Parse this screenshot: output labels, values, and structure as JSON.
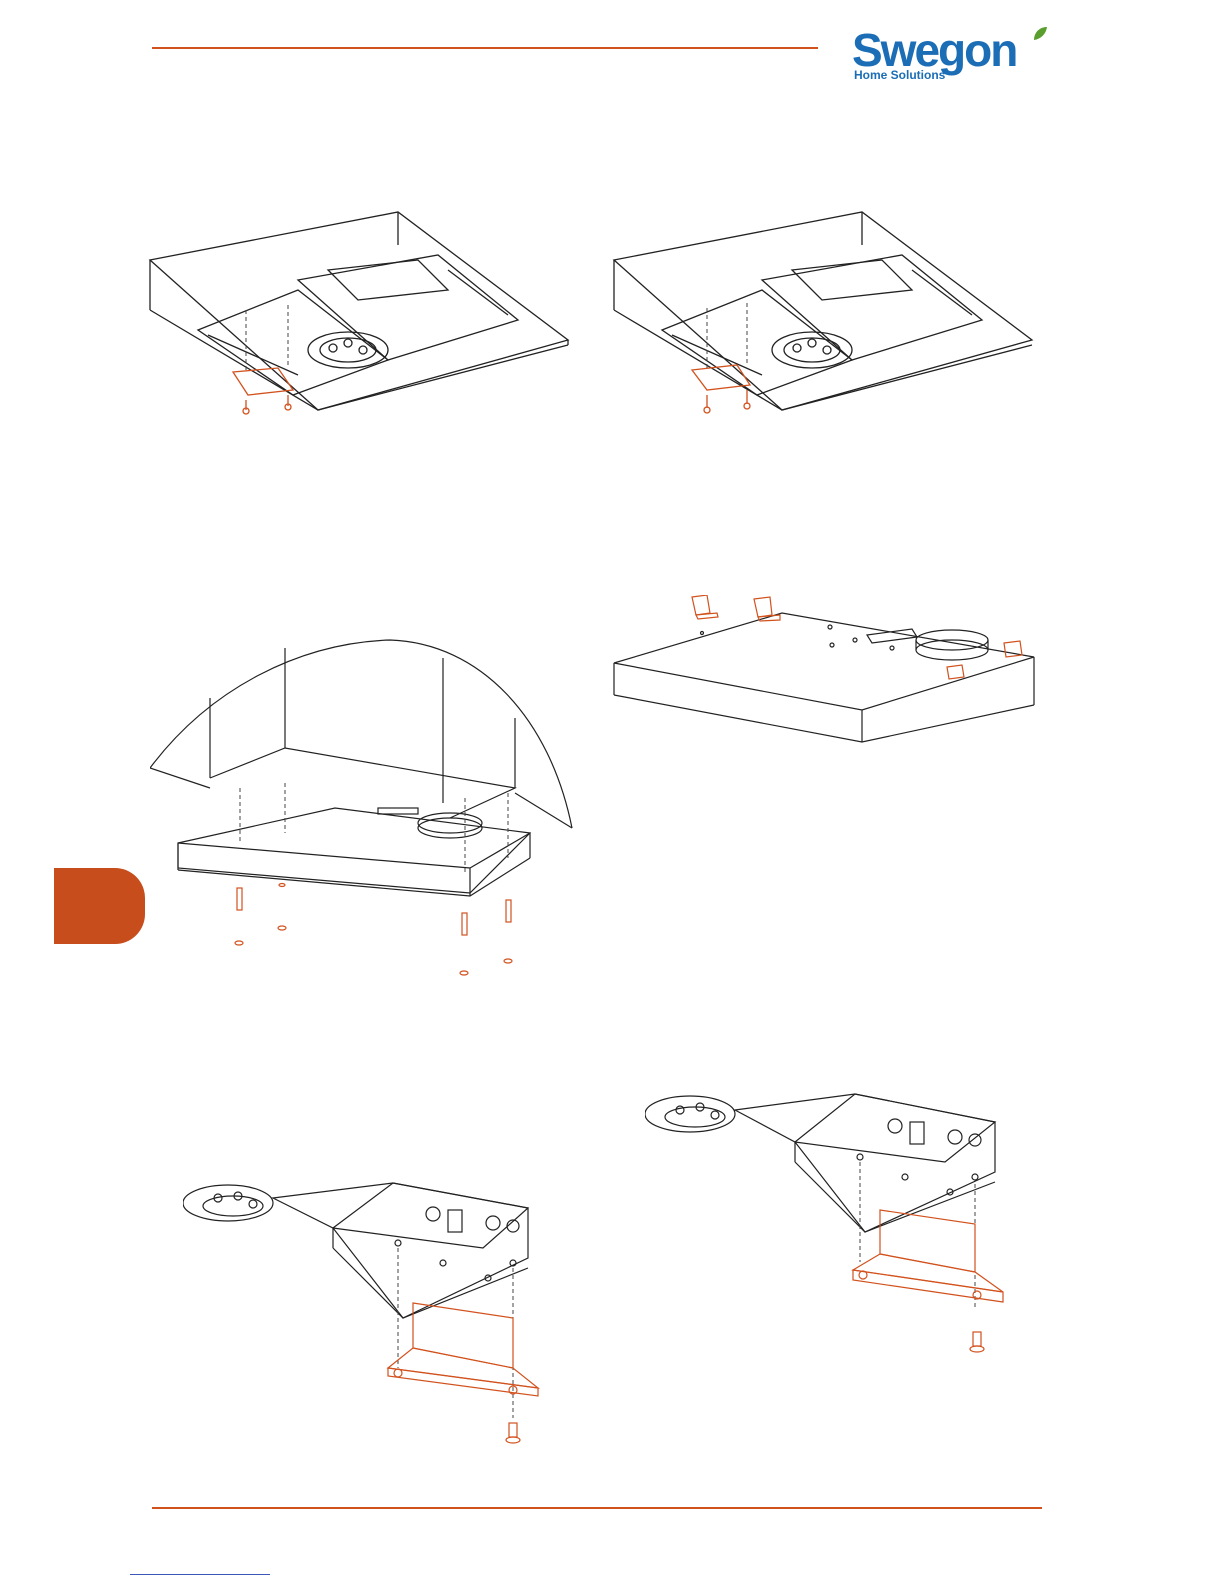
{
  "brand": {
    "name": "Swegon",
    "tagline": "Home Solutions",
    "color": "#1b6db5",
    "leaf_color": "#5a9e2e"
  },
  "accent_color": "#d2521e",
  "tab_color": "#c84d1c",
  "illustrations": [
    {
      "id": "fig-1",
      "icon": "hood-underside-bracket-left"
    },
    {
      "id": "fig-2",
      "icon": "hood-underside-bracket-right"
    },
    {
      "id": "fig-3",
      "icon": "hood-chimney-mounting"
    },
    {
      "id": "fig-4",
      "icon": "hood-top-brackets"
    },
    {
      "id": "fig-5",
      "icon": "motor-box-cover-left"
    },
    {
      "id": "fig-6",
      "icon": "motor-box-cover-right"
    }
  ]
}
